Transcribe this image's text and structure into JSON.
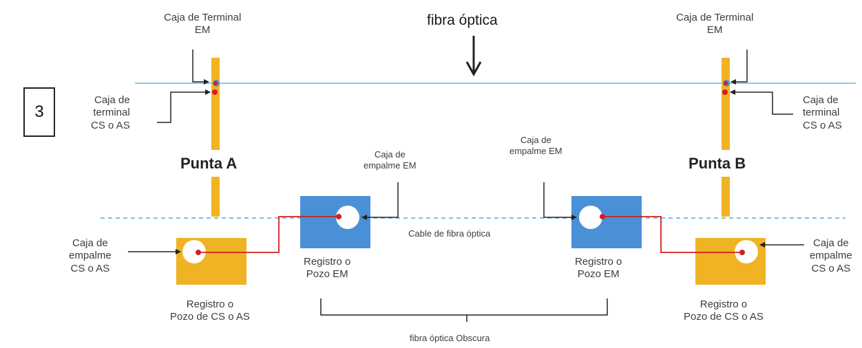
{
  "step_number": "3",
  "title": "fibra óptica",
  "end_a": {
    "name": "Punta A",
    "terminal_em": [
      "Caja de Terminal",
      "EM"
    ],
    "terminal_cs": [
      "Caja de",
      "terminal",
      "CS o AS"
    ],
    "splice_cs": [
      "Caja de",
      "empalme",
      "CS o AS"
    ],
    "registro_cs": [
      "Registro o",
      "Pozo de CS o AS"
    ]
  },
  "end_b": {
    "name": "Punta B",
    "terminal_em": [
      "Caja de Terminal",
      "EM"
    ],
    "terminal_cs": [
      "Caja de",
      "terminal",
      "CS o AS"
    ],
    "splice_cs": [
      "Caja de",
      "empalme",
      "CS o AS"
    ],
    "registro_cs": [
      "Registro o",
      "Pozo de CS o AS"
    ]
  },
  "middle": {
    "splice_em_left": [
      "Caja de",
      "empalme EM"
    ],
    "splice_em_right": [
      "Caja de",
      "empalme EM"
    ],
    "registro_em_left": [
      "Registro o",
      "Pozo EM"
    ],
    "registro_em_right": [
      "Registro o",
      "Pozo EM"
    ],
    "cable_label": "Cable de fibra óptica",
    "dark_fiber_label": "fibra óptica Obscura"
  },
  "colors": {
    "em_box": "#4a90d6",
    "cs_box": "#f0b323",
    "fiber_top": "#8fc9e6",
    "dashed_line": "#7fbedf",
    "red_line": "#d21f1f",
    "arrow": "#222222"
  }
}
